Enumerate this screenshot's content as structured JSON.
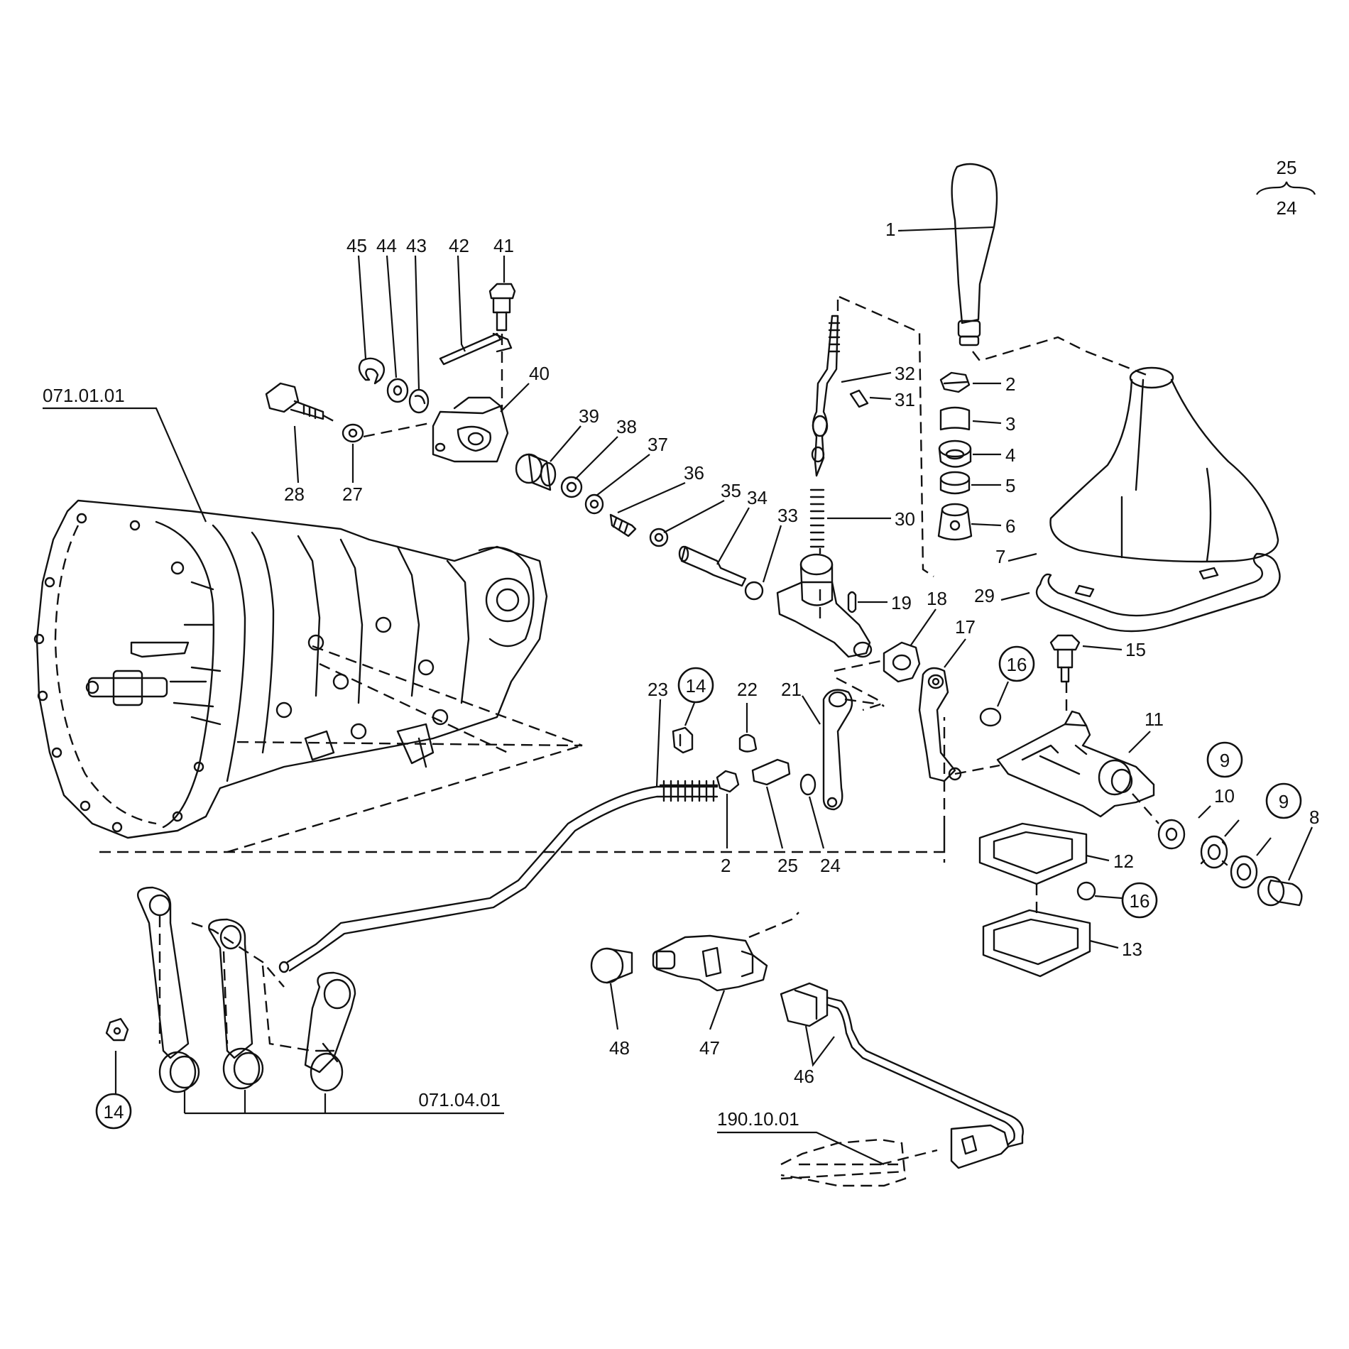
{
  "diagram": {
    "legend": {
      "top": "25",
      "bottom": "24"
    },
    "references": [
      "071.01.01",
      "071.04.01",
      "190.10.01"
    ],
    "part_labels": [
      {
        "id": "1",
        "text": "1"
      },
      {
        "id": "2a",
        "text": "2"
      },
      {
        "id": "3",
        "text": "3"
      },
      {
        "id": "4",
        "text": "4"
      },
      {
        "id": "5",
        "text": "5"
      },
      {
        "id": "6",
        "text": "6"
      },
      {
        "id": "7",
        "text": "7"
      },
      {
        "id": "29",
        "text": "29"
      },
      {
        "id": "32",
        "text": "32"
      },
      {
        "id": "31",
        "text": "31"
      },
      {
        "id": "30",
        "text": "30"
      },
      {
        "id": "19",
        "text": "19"
      },
      {
        "id": "18",
        "text": "18"
      },
      {
        "id": "17",
        "text": "17"
      },
      {
        "id": "15",
        "text": "15"
      },
      {
        "id": "11",
        "text": "11"
      },
      {
        "id": "10",
        "text": "10"
      },
      {
        "id": "8",
        "text": "8"
      },
      {
        "id": "12",
        "text": "12"
      },
      {
        "id": "13",
        "text": "13"
      },
      {
        "id": "45",
        "text": "45"
      },
      {
        "id": "44",
        "text": "44"
      },
      {
        "id": "43",
        "text": "43"
      },
      {
        "id": "42",
        "text": "42"
      },
      {
        "id": "41",
        "text": "41"
      },
      {
        "id": "40",
        "text": "40"
      },
      {
        "id": "39",
        "text": "39"
      },
      {
        "id": "38",
        "text": "38"
      },
      {
        "id": "37",
        "text": "37"
      },
      {
        "id": "36",
        "text": "36"
      },
      {
        "id": "35",
        "text": "35"
      },
      {
        "id": "34",
        "text": "34"
      },
      {
        "id": "33",
        "text": "33"
      },
      {
        "id": "28",
        "text": "28"
      },
      {
        "id": "27",
        "text": "27"
      },
      {
        "id": "23",
        "text": "23"
      },
      {
        "id": "22",
        "text": "22"
      },
      {
        "id": "21",
        "text": "21"
      },
      {
        "id": "2b",
        "text": "2"
      },
      {
        "id": "25",
        "text": "25"
      },
      {
        "id": "24",
        "text": "24"
      },
      {
        "id": "48",
        "text": "48"
      },
      {
        "id": "47",
        "text": "47"
      },
      {
        "id": "46",
        "text": "46"
      }
    ],
    "circled_labels": [
      {
        "id": "14a",
        "text": "14"
      },
      {
        "id": "14b",
        "text": "14"
      },
      {
        "id": "16a",
        "text": "16"
      },
      {
        "id": "16b",
        "text": "16"
      },
      {
        "id": "9a",
        "text": "9"
      },
      {
        "id": "9b",
        "text": "9"
      }
    ]
  }
}
